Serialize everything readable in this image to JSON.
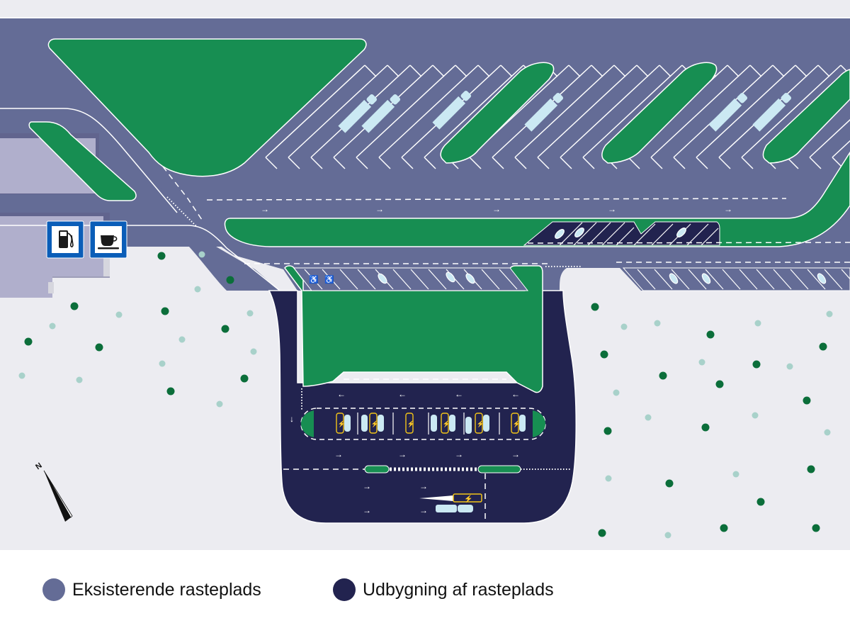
{
  "colors": {
    "background": "#ECECF1",
    "existing_road": "#646C96",
    "new_road": "#22234F",
    "green": "#178E52",
    "building": "#B0AFCC",
    "building_dark": "#5F5F89",
    "tree_dark": "#0B6E3A",
    "tree_light": "#A8D1CA",
    "vehicle": "#CBE9F3",
    "charger": "#F2C518",
    "sign_blue": "#0A5DB8"
  },
  "signs": [
    {
      "name": "fuel-station-sign",
      "icon": "fuel-pump-icon"
    },
    {
      "name": "cafe-sign",
      "icon": "coffee-cup-icon"
    }
  ],
  "compass": {
    "label": "N"
  },
  "legend": [
    {
      "label": "Eksisterende rasteplads",
      "color": "#646C96"
    },
    {
      "label": "Udbygning af rasteplads",
      "color": "#22234F"
    }
  ]
}
